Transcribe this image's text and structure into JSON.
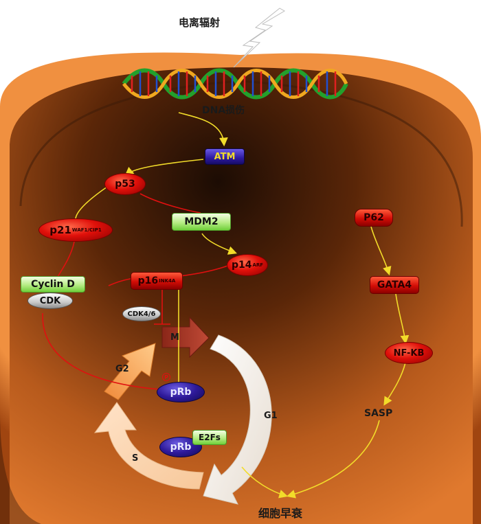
{
  "labels": {
    "radiation": "电离辐射",
    "dna_damage": "DNA损伤",
    "senescence": "细胞早衰",
    "sasp": "SASP",
    "phase_m": "M",
    "phase_g1": "G1",
    "phase_s": "S",
    "phase_g2": "G2",
    "phospho": "P"
  },
  "nodes": {
    "atm": "ATM",
    "p53": "p53",
    "p21": "p21",
    "p21_sup": "WAF1/CIP1",
    "mdm2": "MDM2",
    "p14": "p14",
    "p14_sup": "ARF",
    "p16": "p16",
    "p16_sup": "INK4A",
    "cyclin_d": "Cyclin D",
    "cdk": "CDK",
    "cdk46": "CDK4/6",
    "prb_1": "pRb",
    "prb_2": "pRb",
    "e2fs": "E2Fs",
    "p62": "P62",
    "gata4": "GATA4",
    "nfkb": "NF-KB"
  },
  "colors": {
    "cell_rim": "#d96a1c",
    "cell_fill": "#b2561d",
    "red_arrow": "#e01010",
    "yellow_arrow": "#f2dc2a"
  }
}
